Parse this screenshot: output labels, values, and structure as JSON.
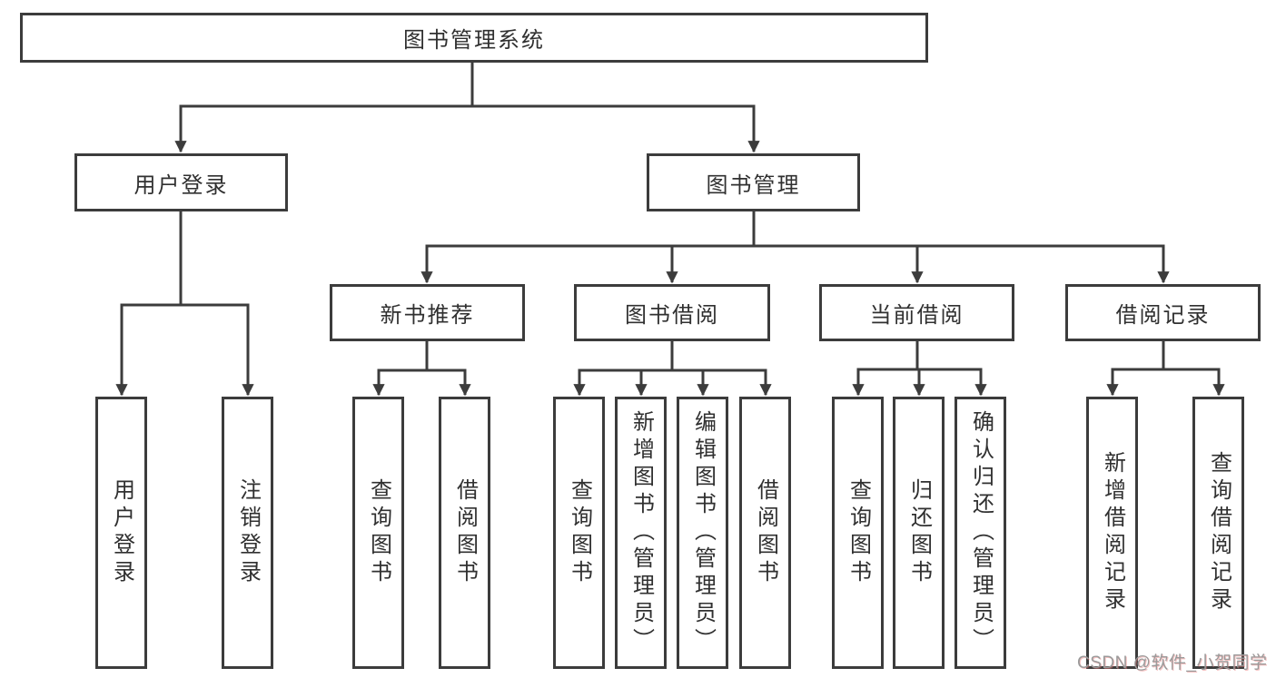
{
  "diagram_title": "图书管理系统",
  "nodes": {
    "root": "图书管理系统",
    "user_login": "用户登录",
    "book_mgmt": "图书管理",
    "new_book_rec": "新书推荐",
    "book_borrow": "图书借阅",
    "current_borrow": "当前借阅",
    "borrow_record": "借阅记录",
    "leaf_user_login": "用户登录",
    "leaf_logout": "注销登录",
    "leaf_nbr_query_book": "查询图书",
    "leaf_nbr_borrow_book": "借阅图书",
    "leaf_bb_query_book": "查询图书",
    "leaf_bb_add_book": "新增图书（管理员）",
    "leaf_bb_edit_book": "编辑图书（管理员）",
    "leaf_bb_borrow_book": "借阅图书",
    "leaf_cb_query_book": "查询图书",
    "leaf_cb_return_book": "归还图书",
    "leaf_cb_confirm_return": "确认归还（管理员）",
    "leaf_br_add_record": "新增借阅记录",
    "leaf_br_query_record": "查询借阅记录"
  },
  "watermark": "CSDN @软件_小贺同学",
  "colors": {
    "background": "#ffffff",
    "line": "#3c3c3c",
    "box_border": "#3c3c3c",
    "box_fill": "#ffffff",
    "text": "#303030",
    "watermark": "#9a9a9a"
  }
}
